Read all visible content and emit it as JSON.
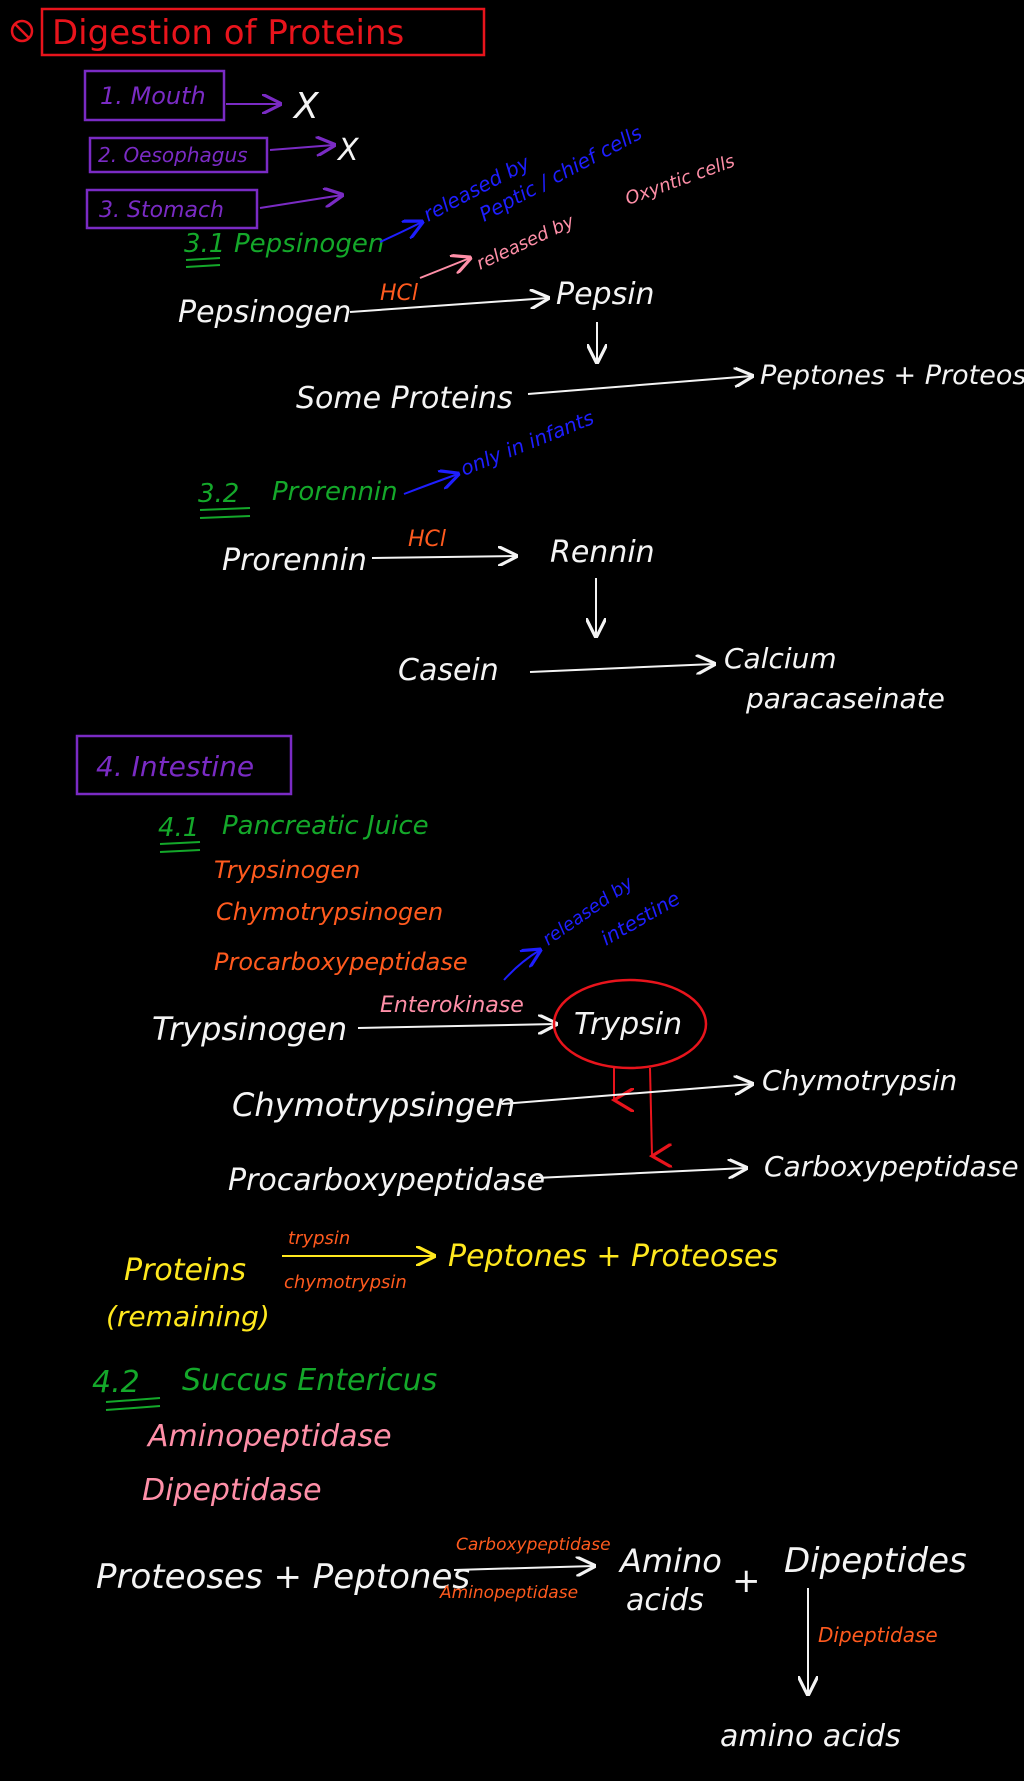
{
  "title": "Digestion of Proteins",
  "colors": {
    "title": "#e8141c",
    "section": "#7a2bc4",
    "subsection": "#14a82a",
    "white": "#f4f4f4",
    "blue": "#1e1eff",
    "pink": "#ff8fa8",
    "orange": "#ff5a1e",
    "yellow": "#ffe81e",
    "red": "#e8141c"
  },
  "sections": {
    "mouth": "1. Mouth",
    "oesophagus": "2. Oesophagus",
    "stomach": "3. Stomach",
    "intestine": "4. Intestine",
    "cross": "X"
  },
  "stomach": {
    "pepsinogen_heading_num": "3.1",
    "pepsinogen_heading": "Pepsinogen",
    "released_by_1": "released by",
    "released_by_1b": "Peptic / chief cells",
    "released_by_2": "released by",
    "released_by_2b": "Oxyntic cells",
    "hcl_1": "HCl",
    "pepsinogen": "Pepsinogen",
    "pepsin": "Pepsin",
    "some_proteins": "Some Proteins",
    "peptones_proteoses": "Peptones + Proteoses",
    "prorennin_heading_num": "3.2",
    "prorennin_heading": "Prorennin",
    "only_in_infants": "only in infants",
    "prorennin": "Prorennin",
    "hcl_2": "HCl",
    "rennin": "Rennin",
    "casein": "Casein",
    "calcium": "Calcium",
    "paracaseinate": "paracaseinate"
  },
  "intestine": {
    "pancreatic_num": "4.1",
    "pancreatic_heading": "Pancreatic Juice",
    "enzymes": [
      "Trypsinogen",
      "Chymotrypsinogen",
      "Procarboxypeptidase"
    ],
    "released_by_intestine_1": "released by",
    "released_by_intestine_2": "intestine",
    "trypsinogen": "Trypsinogen",
    "enterokinase": "Enterokinase",
    "trypsin": "Trypsin",
    "chymotrypsinogen": "Chymotrypsingen",
    "chymotrypsin": "Chymotrypsin",
    "procarboxypeptidase": "Procarboxypeptidase",
    "carboxypeptidase": "Carboxypeptidase",
    "proteins": "Proteins",
    "remaining": "(remaining)",
    "trypsin_small": "trypsin",
    "chymotrypsin_small": "chymotrypsin",
    "peptones_proteoses": "Peptones + Proteoses",
    "succus_num": "4.2",
    "succus_heading": "Succus Entericus",
    "succus_enzymes": [
      "Aminopeptidase",
      "Dipeptidase"
    ],
    "proteoses_peptones": "Proteoses + Peptones",
    "carboxypeptidase_small": "Carboxypeptidase",
    "aminopeptidase_small": "Aminopeptidase",
    "amino": "Amino",
    "acids": "acids",
    "plus": "+",
    "dipeptides": "Dipeptides",
    "dipeptidase_small": "Dipeptidase",
    "amino_acids": "amino acids"
  }
}
